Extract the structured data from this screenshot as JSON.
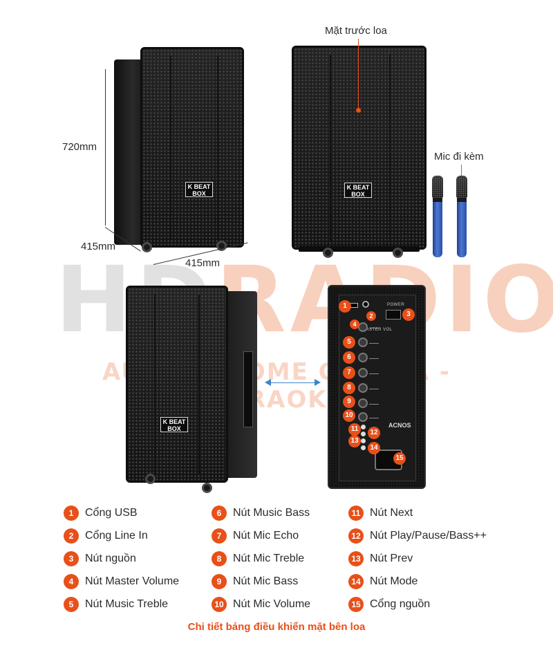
{
  "watermark": {
    "brand_left": "HD",
    "brand_right": "RADIO",
    "tagline": "AUDIO - HOME CINEMA - KARAOKE"
  },
  "dimensions": {
    "height": "720mm",
    "depth": "415mm",
    "width": "415mm"
  },
  "callouts": {
    "front": "Mặt trước loa",
    "mic": "Mic đi kèm"
  },
  "brand_logo": {
    "line1": "K BEAT",
    "line2": "BOX"
  },
  "panel": {
    "power_label": "POWER",
    "master_label": "MASTER VOL",
    "brand": "ACNOS",
    "numbers": [
      "1",
      "2",
      "3",
      "4",
      "5",
      "6",
      "7",
      "8",
      "9",
      "10",
      "11",
      "12",
      "13",
      "14",
      "15"
    ]
  },
  "legend": [
    {
      "num": "1",
      "label": "Cổng USB"
    },
    {
      "num": "2",
      "label": "Cổng Line In"
    },
    {
      "num": "3",
      "label": "Nút nguồn"
    },
    {
      "num": "4",
      "label": "Nút Master Volume"
    },
    {
      "num": "5",
      "label": "Nút Music Treble"
    },
    {
      "num": "6",
      "label": "Nút Music Bass"
    },
    {
      "num": "7",
      "label": "Nút Mic Echo"
    },
    {
      "num": "8",
      "label": "Nút Mic Treble"
    },
    {
      "num": "9",
      "label": "Nút Mic Bass"
    },
    {
      "num": "10",
      "label": "Nút Mic Volume"
    },
    {
      "num": "11",
      "label": "Nút Next"
    },
    {
      "num": "12",
      "label": "Nút Play/Pause/Bass++"
    },
    {
      "num": "13",
      "label": "Nút Prev"
    },
    {
      "num": "14",
      "label": "Nút Mode"
    },
    {
      "num": "15",
      "label": "Cổng nguồn"
    }
  ],
  "caption": "Chi tiết bảng điều khiển mặt bên loa",
  "colors": {
    "accent": "#e8501a",
    "arrow": "#3d86c6",
    "cabinet": "#1c1c1c"
  }
}
